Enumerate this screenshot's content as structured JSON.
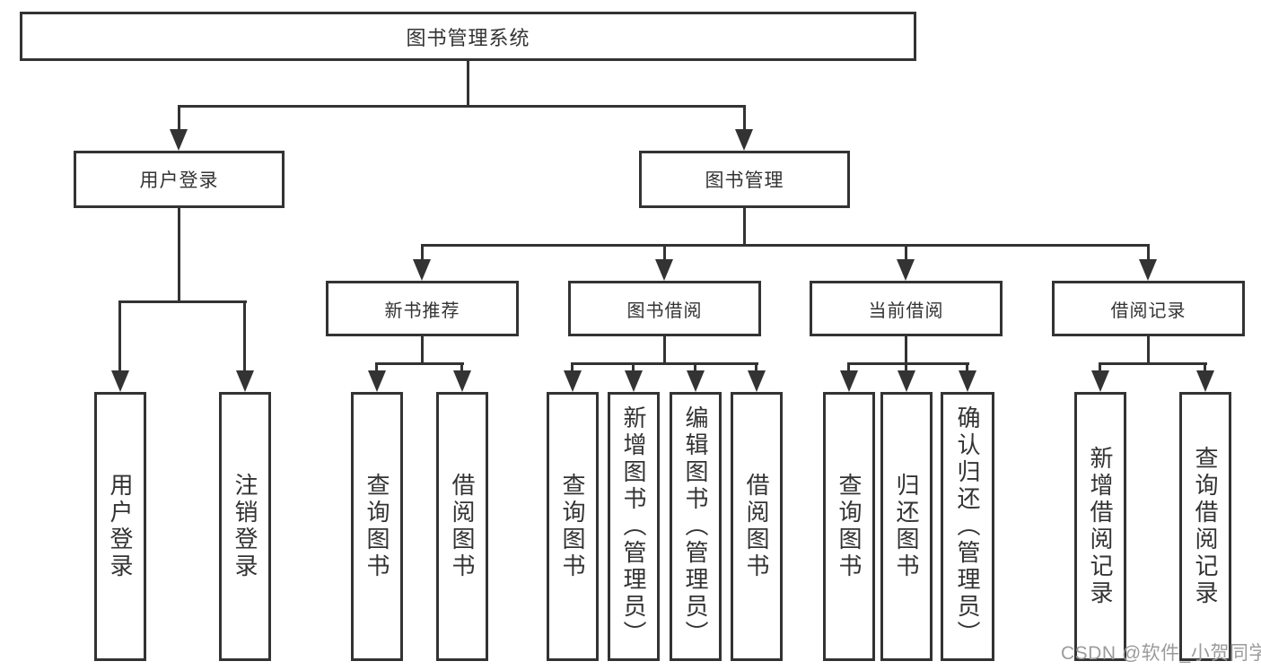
{
  "colors": {
    "line": "#333333",
    "text": "#333333",
    "background": "#ffffff",
    "watermark": "#9b9b9b"
  },
  "root": {
    "label": "图书管理系统"
  },
  "level2": {
    "user_login": {
      "label": "用户登录"
    },
    "book_mgmt": {
      "label": "图书管理"
    }
  },
  "level3": {
    "new_books": {
      "label": "新书推荐"
    },
    "book_borrow": {
      "label": "图书借阅"
    },
    "current_borrow": {
      "label": "当前借阅"
    },
    "borrow_records": {
      "label": "借阅记录"
    }
  },
  "leaves": {
    "user_login": {
      "label": "用户登录"
    },
    "logout": {
      "label": "注销登录"
    },
    "nb_query_books": {
      "label": "查询图书"
    },
    "nb_borrow_books": {
      "label": "借阅图书"
    },
    "bb_query_books": {
      "label": "查询图书"
    },
    "bb_add_books": {
      "label": "新增图书（管理员）"
    },
    "bb_edit_books": {
      "label": "编辑图书（管理员）"
    },
    "bb_borrow_books": {
      "label": "借阅图书"
    },
    "cb_query_books": {
      "label": "查询图书"
    },
    "cb_return_books": {
      "label": "归还图书"
    },
    "cb_confirm_return": {
      "label": "确认归还（管理员）"
    },
    "br_add_record": {
      "label": "新增借阅记录"
    },
    "br_query_record": {
      "label": "查询借阅记录"
    }
  },
  "watermark": {
    "text": "CSDN @软件_小贺同学"
  }
}
